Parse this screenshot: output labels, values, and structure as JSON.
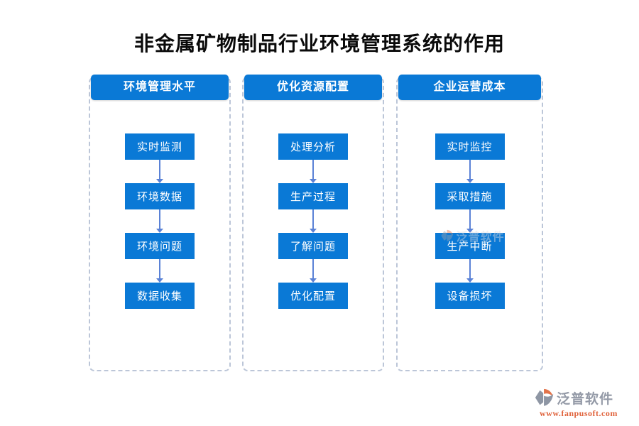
{
  "page": {
    "title": "非金属矿物制品行业环境管理系统的作用"
  },
  "colors": {
    "node_blue": "#0a79d6",
    "arrow_blue": "#5b82d6",
    "dashed_border": "#bcc6d8",
    "title_black": "#0a0a0a",
    "logo_gray": "#949aa7",
    "logo_orange": "#e2734a",
    "url_orange": "#e0633c"
  },
  "columns": [
    {
      "header": "环境管理水平",
      "steps": [
        "实时监测",
        "环境数据",
        "环境问题",
        "数据收集"
      ]
    },
    {
      "header": "优化资源配置",
      "steps": [
        "处理分析",
        "生产过程",
        "了解问题",
        "优化配置"
      ]
    },
    {
      "header": "企业运营成本",
      "steps": [
        "实时监控",
        "采取措施",
        "生产中断",
        "设备损坏"
      ]
    }
  ],
  "watermark": {
    "text": "泛普软件"
  },
  "footer_logo": {
    "name": "泛普软件",
    "url": "www.fanpusoft.com"
  }
}
